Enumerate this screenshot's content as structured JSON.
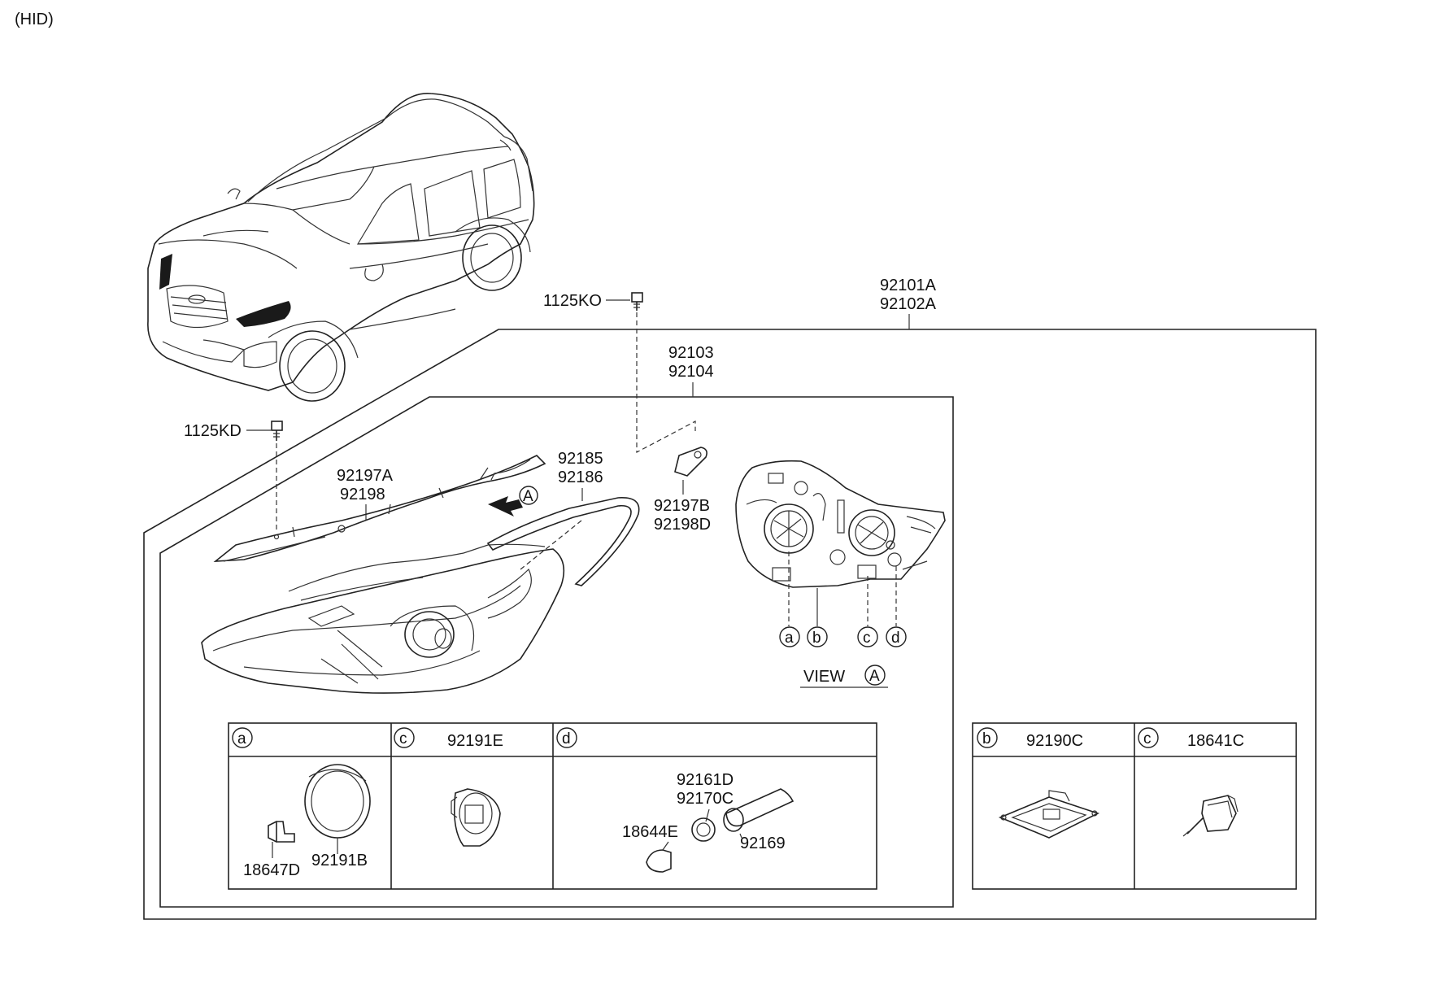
{
  "variant": "(HID)",
  "callouts": {
    "bolt_top": "1125KO",
    "bolt_left": "1125KD",
    "assy_1": "92101A",
    "assy_2": "92102A",
    "housing_1": "92103",
    "housing_2": "92104",
    "cover_1": "92197A",
    "cover_2": "92198",
    "trim_1": "92185",
    "trim_2": "92186",
    "bracket_1": "92197B",
    "bracket_2": "92198D"
  },
  "view": {
    "title": "VIEW",
    "marker": "A",
    "arrow_marker": "A",
    "pointers": [
      "a",
      "b",
      "c",
      "d"
    ]
  },
  "detail_boxes": {
    "a": {
      "key": "a",
      "header": "",
      "parts": [
        "18647D",
        "92191B"
      ]
    },
    "c1": {
      "key": "c",
      "header": "92191E",
      "parts": []
    },
    "d": {
      "key": "d",
      "header": "",
      "parts": [
        "92161D",
        "92170C",
        "18644E",
        "92169"
      ]
    },
    "b": {
      "key": "b",
      "header": "92190C",
      "parts": []
    },
    "c2": {
      "key": "c",
      "header": "18641C",
      "parts": []
    }
  }
}
